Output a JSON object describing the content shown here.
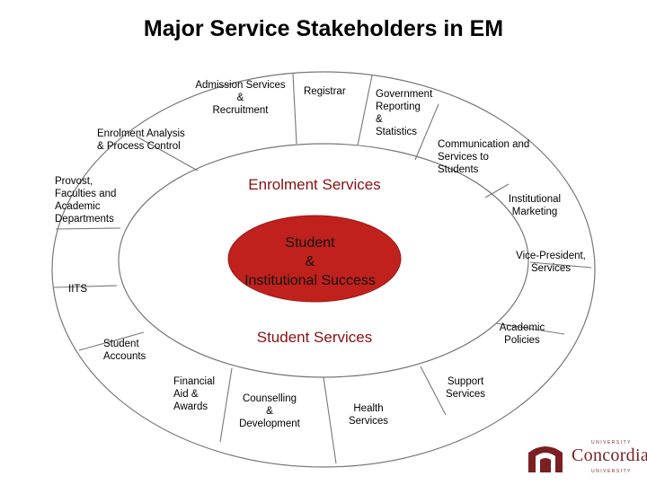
{
  "title": "Major Service Stakeholders in EM",
  "rings": {
    "outer_label": "Enrolment Services",
    "inner_label": "Student  Services"
  },
  "center": {
    "line1": "Student",
    "line2": "&",
    "line3": "Institutional Success"
  },
  "colors": {
    "center_fill": "#c0211d",
    "ring_line": "#777777",
    "ring_label": "#8a0f0f",
    "brand": "#7a1f22"
  },
  "segments": {
    "admission": [
      "Admission Services",
      "&",
      "Recruitment"
    ],
    "registrar": [
      "Registrar"
    ],
    "government": [
      "Government",
      "Reporting",
      "&",
      "Statistics"
    ],
    "enrolment_analysis": [
      "Enrolment Analysis",
      "& Process Control"
    ],
    "communication": [
      "Communication and",
      "Services to",
      "Students"
    ],
    "provost": [
      "Provost,",
      "Faculties and",
      "Academic",
      "Departments"
    ],
    "institutional_marketing": [
      "Institutional",
      "Marketing"
    ],
    "vice_president": [
      "Vice-President,",
      "Services"
    ],
    "iits": [
      "IITS"
    ],
    "academic_policies": [
      "Academic",
      "Policies"
    ],
    "student_accounts": [
      "Student",
      "Accounts"
    ],
    "support_services": [
      "Support",
      "Services"
    ],
    "financial_aid": [
      "Financial",
      "Aid &",
      "Awards"
    ],
    "counselling": [
      "Counselling",
      "&",
      "Development"
    ],
    "health_services": [
      "Health",
      "Services"
    ]
  },
  "logo": {
    "top": "UNIVERSITY",
    "word": "Concordia",
    "bottom": "UNIVERSITY"
  }
}
